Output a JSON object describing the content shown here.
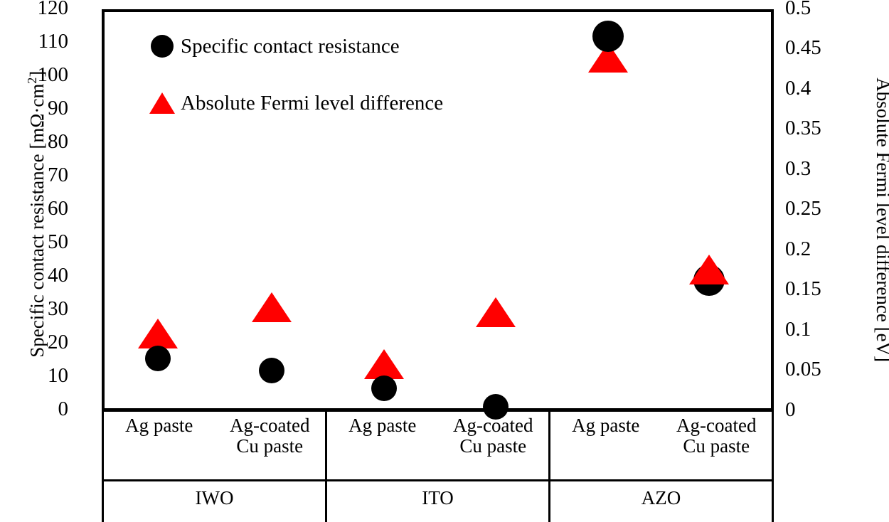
{
  "chart_data": {
    "type": "scatter",
    "title": "",
    "xlabel": "",
    "categories": [
      {
        "group": "IWO",
        "subs": [
          "Ag paste",
          "Ag-coated\nCu paste"
        ]
      },
      {
        "group": "ITO",
        "subs": [
          "Ag paste",
          "Ag-coated\nCu paste"
        ]
      },
      {
        "group": "AZO",
        "subs": [
          "Ag paste",
          "Ag-coated\nCu paste"
        ]
      }
    ],
    "x_categories": [
      "IWO / Ag paste",
      "IWO / Ag-coated Cu paste",
      "ITO / Ag paste",
      "ITO / Ag-coated Cu paste",
      "AZO / Ag paste",
      "AZO / Ag-coated Cu paste"
    ],
    "series": [
      {
        "name": "Specific contact resistance",
        "axis": "left",
        "unit": "mOhm*cm^2",
        "marker": "circle",
        "color": "#000000",
        "values": [
          16,
          12,
          7,
          1.5,
          112,
          39
        ]
      },
      {
        "name": "Absolute Fermi level difference",
        "axis": "right",
        "unit": "eV",
        "marker": "triangle",
        "color": "#ff0000",
        "values": [
          0.09,
          0.127,
          0.055,
          0.12,
          0.44,
          0.17
        ]
      }
    ],
    "left_axis": {
      "label": "Specific contact resistance [mΩ·cm2]",
      "label_main": "Specific contact resistance [mΩ·cm",
      "label_sup": "2",
      "label_tail": "]",
      "ylim": [
        0,
        120
      ],
      "tick_step": 10,
      "ticks": [
        "0",
        "10",
        "20",
        "30",
        "40",
        "50",
        "60",
        "70",
        "80",
        "90",
        "100",
        "110",
        "120"
      ]
    },
    "right_axis": {
      "label": "Absolute Fermi level difference [eV]",
      "ylim": [
        0,
        0.5
      ],
      "tick_step": 0.05,
      "ticks": [
        "0",
        "0.05",
        "0.1",
        "0.15",
        "0.2",
        "0.25",
        "0.3",
        "0.35",
        "0.4",
        "0.45",
        "0.5"
      ]
    },
    "grid": false,
    "legend": {
      "position": "top-left",
      "entries": [
        {
          "label": "Specific contact resistance",
          "marker": "circle",
          "color": "#000000"
        },
        {
          "label": "Absolute Fermi level difference",
          "marker": "triangle",
          "color": "#ff0000"
        }
      ]
    },
    "colors": {
      "resistance": "#000000",
      "fermi": "#ff0000",
      "axis": "#000000",
      "background": "#ffffff"
    }
  }
}
